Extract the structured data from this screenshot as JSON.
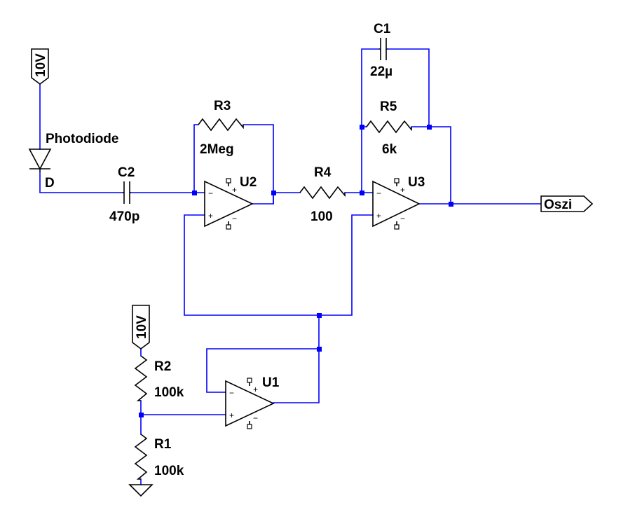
{
  "components": {
    "c1": {
      "ref": "C1",
      "value": "22µ"
    },
    "c2": {
      "ref": "C2",
      "value": "470p"
    },
    "r1": {
      "ref": "R1",
      "value": "100k"
    },
    "r2": {
      "ref": "R2",
      "value": "100k"
    },
    "r3": {
      "ref": "R3",
      "value": "2Meg"
    },
    "r4": {
      "ref": "R4",
      "value": "100"
    },
    "r5": {
      "ref": "R5",
      "value": "6k"
    },
    "u1": {
      "ref": "U1"
    },
    "u2": {
      "ref": "U2"
    },
    "u3": {
      "ref": "U3"
    },
    "photodiode": {
      "ref": "Photodiode",
      "pin": "D"
    }
  },
  "net_labels": {
    "supply_top": "10V",
    "supply_bottom": "10V",
    "output": "Oszi"
  },
  "opamp_signs": {
    "plus": "+",
    "minus": "−"
  },
  "colors": {
    "wire": "#0000ff",
    "component": "#000000",
    "background": "#ffffff"
  }
}
